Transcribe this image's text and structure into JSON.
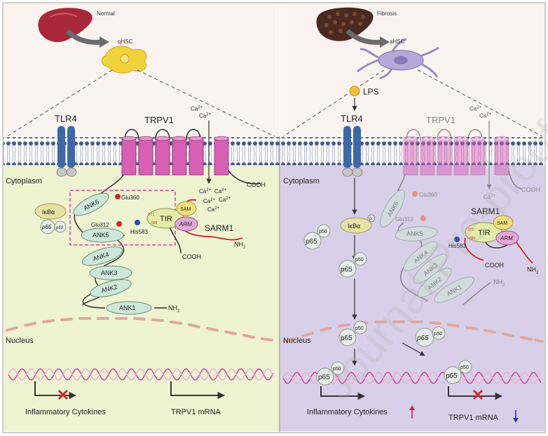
{
  "left": {
    "organ_label": "Normal",
    "cell_label": "qHSC",
    "membrane_labels": {
      "tlr4": "TLR4",
      "trpv1": "TRPV1",
      "cytoplasm": "Cytoplasm",
      "nucleus": "Nucleus"
    },
    "ion": "Ca",
    "ion_charge": "2+",
    "cooh": "COOH",
    "nh2": "NH",
    "nh2_sub": "2",
    "ank_domains": [
      "ANK6",
      "ANK5",
      "ANK4",
      "ANK3",
      "ANK2",
      "ANK1"
    ],
    "residues": {
      "glu360": "Glu360",
      "glu312": "Glu312",
      "his583": "His583",
      "r571": "571",
      "r589": "589"
    },
    "sarm1": {
      "name": "SARM1",
      "tir": "TIR",
      "sam": "SAM",
      "arm": "ARM"
    },
    "ikb": "IκBα",
    "p65": "p65",
    "p50": "p50",
    "gene1": "Inflammatory Cytokines",
    "gene2": "TRPV1 mRNA"
  },
  "right": {
    "organ_label": "Fibrosis",
    "cell_label": "aHSC",
    "lps": "LPS",
    "membrane_labels": {
      "tlr4": "TLR4",
      "trpv1": "TRPV1",
      "cytoplasm": "Cytoplasm",
      "nucleus": "Nucleus"
    },
    "ion": "Ca",
    "ion_charge": "2+",
    "cooh": "COOH",
    "nh2": "NH",
    "nh2_sub": "2",
    "ank_domains": [
      "ANK6",
      "ANK5",
      "ANK4",
      "ANK3",
      "ANK2",
      "ANK1"
    ],
    "residues": {
      "glu360": "Glu360",
      "glu312": "Glu312",
      "his583": "His583",
      "r571": "571",
      "r589": "589"
    },
    "sarm1": {
      "name": "SARM1",
      "tir": "TIR",
      "sam": "SAM",
      "arm": "ARM"
    },
    "ikb": "IκBα",
    "phospho": "P",
    "p65": "p65",
    "p50": "p50",
    "gene1": "Inflammatory Cytokines",
    "gene2": "TRPV1 mRNA"
  },
  "watermark": "Journal Pre-proof",
  "colors": {
    "left_bg": "#eef3d2",
    "right_bg": "#d8d0e8",
    "tlr4": "#3f68a8",
    "trpv1": "#d760b5",
    "ank": "#cde8d8",
    "ikb": "#e6e2a4",
    "inhibit": "#d02828",
    "up_arrow": "#d0204a",
    "down_arrow": "#2838b0",
    "dna_a": "#d8409a",
    "dna_b": "#e8b0d8"
  }
}
